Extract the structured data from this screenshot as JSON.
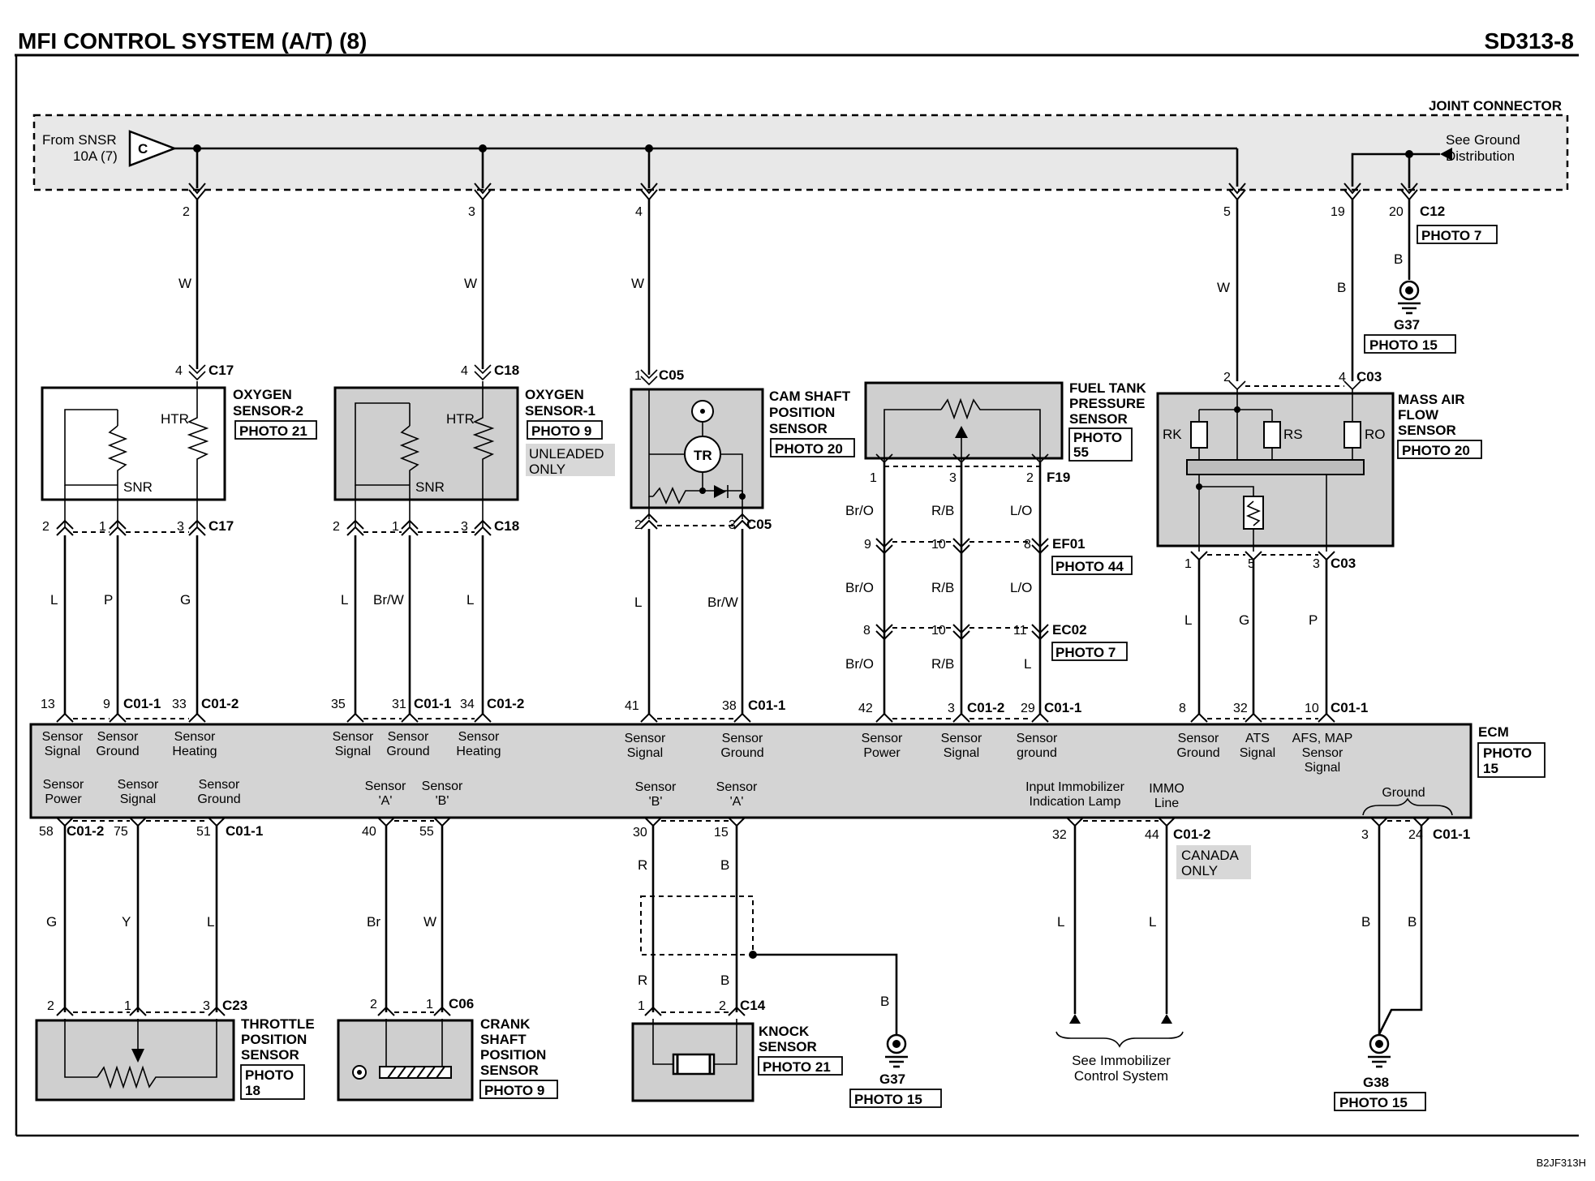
{
  "header": {
    "title": "MFI CONTROL SYSTEM (A/T) (8)",
    "code": "SD313-8",
    "ref": "B2JF313H"
  },
  "joint_connector": {
    "label": "JOINT CONNECTOR",
    "from_line1": "From SNSR",
    "from_line2": "10A (7)",
    "c_mark": "C",
    "ground_line1": "See Ground",
    "ground_line2": "Distribution"
  },
  "c12": {
    "connector": "C12",
    "pins": [
      "2",
      "3",
      "4",
      "5",
      "19",
      "20"
    ],
    "photo": "PHOTO 7",
    "wire_b": "B"
  },
  "g37_top": {
    "label": "G37",
    "photo": "PHOTO 15"
  },
  "wires_top": {
    "w": "W",
    "b": "B"
  },
  "ox2": {
    "name1": "OXYGEN",
    "name2": "SENSOR-2",
    "photo": "PHOTO 21",
    "htr": "HTR",
    "snr": "SNR",
    "top_pin": "4",
    "top_conn": "C17",
    "pins": [
      "2",
      "1",
      "3"
    ],
    "conn": "C17",
    "wires": [
      "L",
      "P",
      "G"
    ],
    "ecm_pins": [
      "13",
      "9",
      "33"
    ],
    "ecm_conn1": "C01-1",
    "ecm_conn2": "C01-2"
  },
  "ox1": {
    "name1": "OXYGEN",
    "name2": "SENSOR-1",
    "photo": "PHOTO 9",
    "note1": "UNLEADED",
    "note2": "ONLY",
    "htr": "HTR",
    "snr": "SNR",
    "top_pin": "4",
    "top_conn": "C18",
    "pins": [
      "2",
      "1",
      "3"
    ],
    "conn": "C18",
    "wires": [
      "L",
      "Br/W",
      "L"
    ],
    "ecm_pins": [
      "35",
      "31",
      "34"
    ],
    "ecm_conn1": "C01-1",
    "ecm_conn2": "C01-2"
  },
  "cam": {
    "name1": "CAM SHAFT",
    "name2": "POSITION",
    "name3": "SENSOR",
    "photo": "PHOTO 20",
    "tr": "TR",
    "top_pin": "1",
    "top_conn": "C05",
    "pins": [
      "2",
      "3"
    ],
    "conn": "C05",
    "wires": [
      "L",
      "Br/W"
    ],
    "ecm_pins": [
      "41",
      "38"
    ],
    "ecm_conn": "C01-1"
  },
  "ftp": {
    "name1": "FUEL TANK",
    "name2": "PRESSURE",
    "name3": "SENSOR",
    "photo1": "PHOTO",
    "photo2": "55",
    "pins": [
      "1",
      "3",
      "2"
    ],
    "conn": "F19",
    "wires1": [
      "Br/O",
      "R/B",
      "L/O"
    ],
    "ef01_pins": [
      "9",
      "10",
      "8"
    ],
    "ef01": "EF01",
    "ef01_photo": "PHOTO 44",
    "wires2": [
      "Br/O",
      "R/B",
      "L/O"
    ],
    "ec02_pins": [
      "8",
      "10",
      "11"
    ],
    "ec02": "EC02",
    "ec02_photo": "PHOTO 7",
    "wires3": [
      "Br/O",
      "R/B",
      "L"
    ],
    "ecm_pins": [
      "42",
      "3",
      "29"
    ],
    "ecm_conn2": "C01-2",
    "ecm_conn1": "C01-1"
  },
  "maf": {
    "name1": "MASS AIR",
    "name2": "FLOW",
    "name3": "SENSOR",
    "photo": "PHOTO 20",
    "rk": "RK",
    "rs": "RS",
    "ro": "RO",
    "top_pins": [
      "2",
      "4"
    ],
    "top_conn": "C03",
    "pins": [
      "1",
      "5",
      "3"
    ],
    "conn": "C03",
    "wires": [
      "L",
      "G",
      "P"
    ],
    "ecm_pins": [
      "8",
      "32",
      "10"
    ],
    "ecm_conn": "C01-1"
  },
  "ecm": {
    "label": "ECM",
    "photo1": "PHOTO",
    "photo2": "15",
    "top_labels": [
      [
        "Sensor",
        "Signal"
      ],
      [
        "Sensor",
        "Ground"
      ],
      [
        "Sensor",
        "Heating"
      ],
      [
        "Sensor",
        "Signal"
      ],
      [
        "Sensor",
        "Ground"
      ],
      [
        "Sensor",
        "Heating"
      ],
      [
        "Sensor",
        "Signal"
      ],
      [
        "Sensor",
        "Ground"
      ],
      [
        "Sensor",
        "Power"
      ],
      [
        "Sensor",
        "Signal"
      ],
      [
        "Sensor",
        "ground"
      ],
      [
        "Sensor",
        "Ground"
      ],
      [
        "ATS",
        "Signal"
      ],
      [
        "AFS, MAP",
        "Sensor",
        "Signal"
      ]
    ],
    "bottom_labels": [
      [
        "Sensor",
        "Power"
      ],
      [
        "Sensor",
        "Signal"
      ],
      [
        "Sensor",
        "Ground"
      ],
      [
        "Sensor",
        "'A'"
      ],
      [
        "Sensor",
        "'B'"
      ],
      [
        "Sensor",
        "'B'"
      ],
      [
        "Sensor",
        "'A'"
      ],
      [
        "Input Immobilizer",
        "Indication Lamp"
      ],
      [
        "IMMO",
        "Line"
      ],
      [
        "Ground"
      ]
    ]
  },
  "tps": {
    "name1": "THROTTLE",
    "name2": "POSITION",
    "name3": "SENSOR",
    "photo1": "PHOTO",
    "photo2": "18",
    "ecm_pins": [
      "58",
      "75",
      "51"
    ],
    "ecm_conn2": "C01-2",
    "ecm_conn1": "C01-1",
    "wires": [
      "G",
      "Y",
      "L"
    ],
    "pins": [
      "2",
      "1",
      "3"
    ],
    "conn": "C23"
  },
  "ckp": {
    "name1": "CRANK",
    "name2": "SHAFT",
    "name3": "POSITION",
    "name4": "SENSOR",
    "photo": "PHOTO 9",
    "ecm_pins": [
      "40",
      "55"
    ],
    "wires": [
      "Br",
      "W"
    ],
    "pins": [
      "2",
      "1"
    ],
    "conn": "C06"
  },
  "knock": {
    "name1": "KNOCK",
    "name2": "SENSOR",
    "photo": "PHOTO 21",
    "ecm_pins": [
      "30",
      "15"
    ],
    "wires": [
      "R",
      "B"
    ],
    "wires2": [
      "R",
      "B"
    ],
    "pins": [
      "1",
      "2"
    ],
    "conn": "C14",
    "shield_wire": "B",
    "ground": "G37",
    "ground_photo": "PHOTO 15"
  },
  "immo": {
    "ecm_pins": [
      "32",
      "44"
    ],
    "conn": "C01-2",
    "canada1": "CANADA",
    "canada2": "ONLY",
    "wires": [
      "L",
      "L"
    ],
    "see1": "See Immobilizer",
    "see2": "Control System"
  },
  "gnd": {
    "ecm_pins": [
      "3",
      "24"
    ],
    "conn": "C01-1",
    "wires": [
      "B",
      "B"
    ],
    "label": "G38",
    "photo": "PHOTO 15"
  }
}
